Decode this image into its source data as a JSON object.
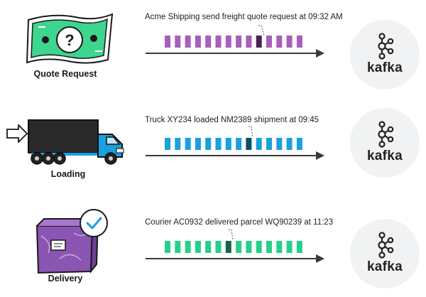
{
  "rows": [
    {
      "caption": "Quote Request",
      "message": "Acme Shipping send freight quote request at 09:32 AM",
      "bar_color": "#a65fba",
      "highlight_color": "#4a2152",
      "segment_count": 14,
      "highlight_index": 9,
      "illustration": "money-question-icon",
      "broker": "kafka"
    },
    {
      "caption": "Loading",
      "message": "Truck XY234 loaded NM2389 shipment at 09:45",
      "bar_color": "#1aa0dd",
      "highlight_color": "#0d4e68",
      "segment_count": 14,
      "highlight_index": 8,
      "illustration": "truck-icon",
      "broker": "kafka"
    },
    {
      "caption": "Delivery",
      "message": "Courier AC0932 delivered parcel WQ90239 at 11:23",
      "bar_color": "#26d08a",
      "highlight_color": "#12664a",
      "segment_count": 14,
      "highlight_index": 6,
      "illustration": "parcel-check-icon",
      "broker": "kafka"
    }
  ],
  "colors": {
    "arrow": "#3a3a3a",
    "kafka_bg": "#f1f2f3"
  }
}
